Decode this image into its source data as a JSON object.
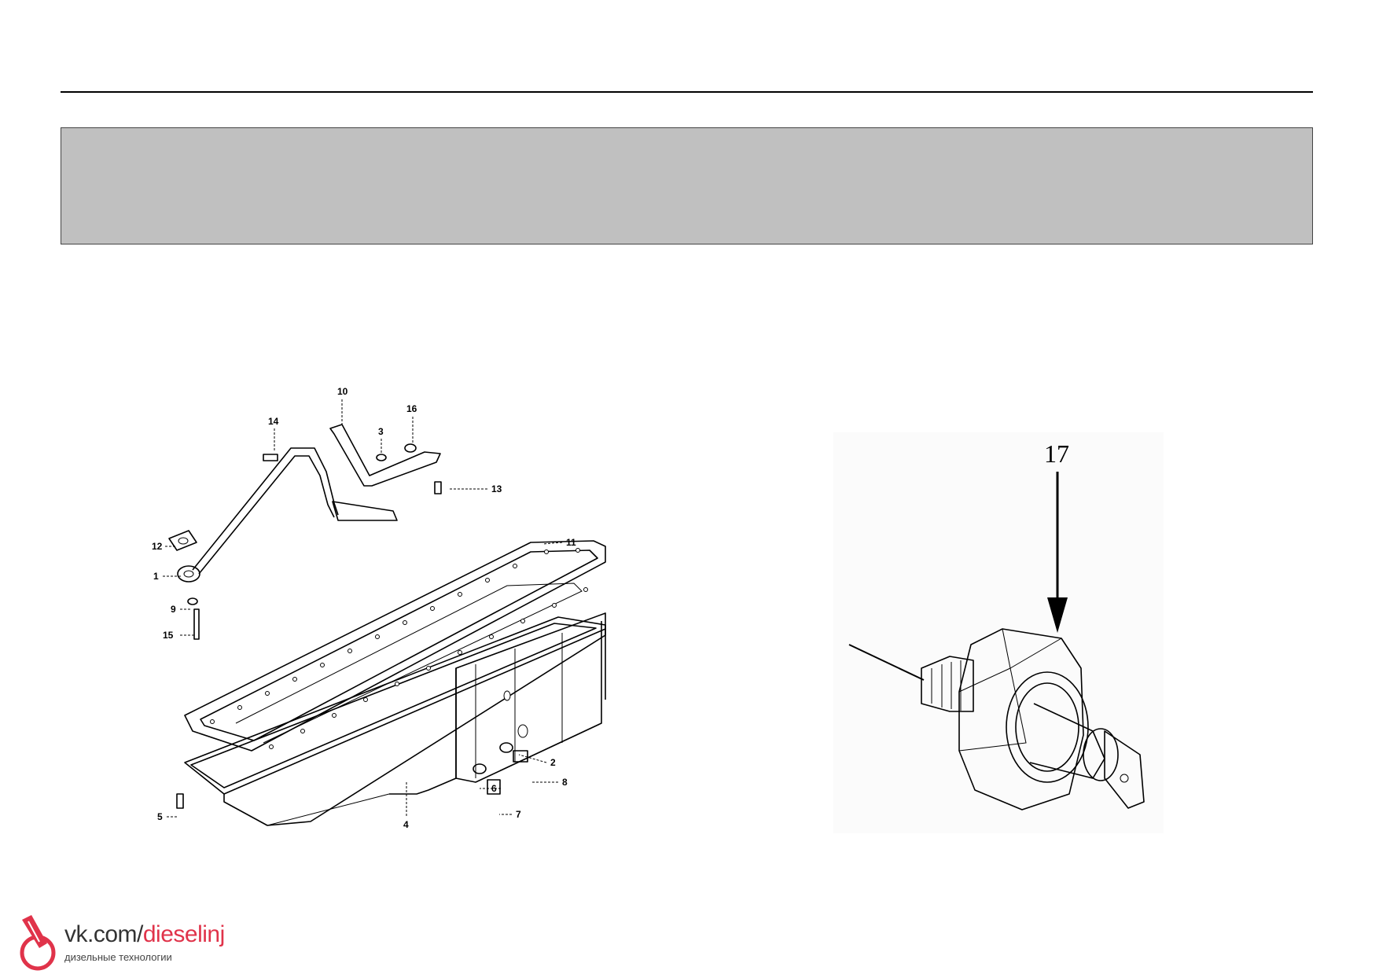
{
  "header": {
    "band_color": "#c0c0c0"
  },
  "left_diagram": {
    "callouts": [
      {
        "id": "c10",
        "label": "10"
      },
      {
        "id": "c16",
        "label": "16"
      },
      {
        "id": "c14",
        "label": "14"
      },
      {
        "id": "c3",
        "label": "3"
      },
      {
        "id": "c13",
        "label": "13"
      },
      {
        "id": "c12",
        "label": "12"
      },
      {
        "id": "c11",
        "label": "11"
      },
      {
        "id": "c1",
        "label": "1"
      },
      {
        "id": "c9",
        "label": "9"
      },
      {
        "id": "c15",
        "label": "15"
      },
      {
        "id": "c2",
        "label": "2"
      },
      {
        "id": "c8",
        "label": "8"
      },
      {
        "id": "c6",
        "label": "6"
      },
      {
        "id": "c7",
        "label": "7"
      },
      {
        "id": "c5",
        "label": "5"
      },
      {
        "id": "c4",
        "label": "4"
      }
    ]
  },
  "right_diagram": {
    "callout": "17"
  },
  "watermark": {
    "prefix": "vk.com/",
    "accent": "dieselinj",
    "subtitle": "дизельные технологии",
    "accent_color": "#e0334a"
  }
}
